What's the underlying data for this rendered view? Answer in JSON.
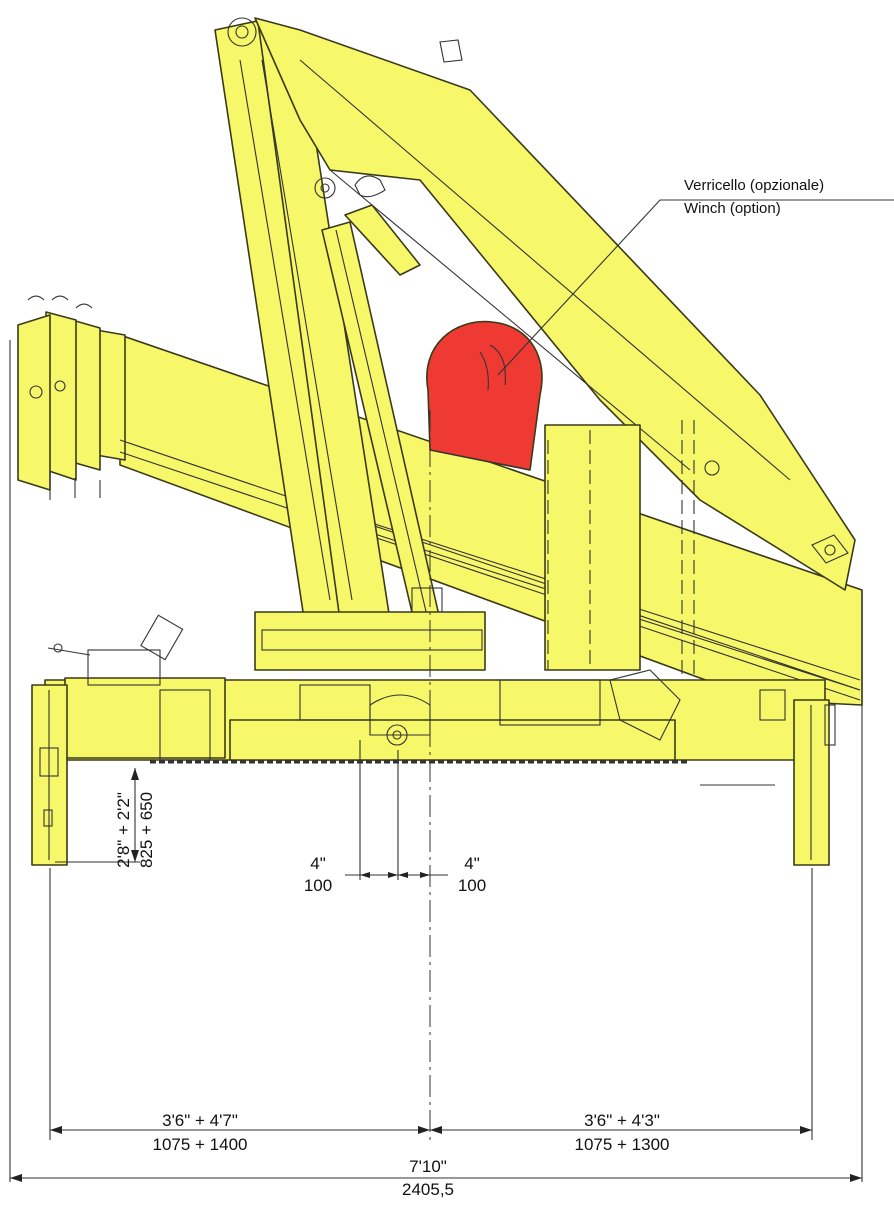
{
  "colors": {
    "crane_body": "#f7f76a",
    "winch": "#ef3a34",
    "outline": "#3a3a1a"
  },
  "labels": {
    "winch_it": "Verricello (opzionale)",
    "winch_en": "Winch (option)"
  },
  "dimensions": {
    "offset_left_in": "4\"",
    "offset_left_mm": "100",
    "offset_right_in": "4\"",
    "offset_right_mm": "100",
    "height_in": "2'8\" + 2'2\"",
    "height_mm": "825 + 650",
    "left_span_in": "3'6\" + 4'7\"",
    "left_span_mm": "1075 + 1400",
    "right_span_in": "3'6\" + 4'3\"",
    "right_span_mm": "1075 + 1300",
    "total_in": "7'10\"",
    "total_mm": "2405,5"
  }
}
